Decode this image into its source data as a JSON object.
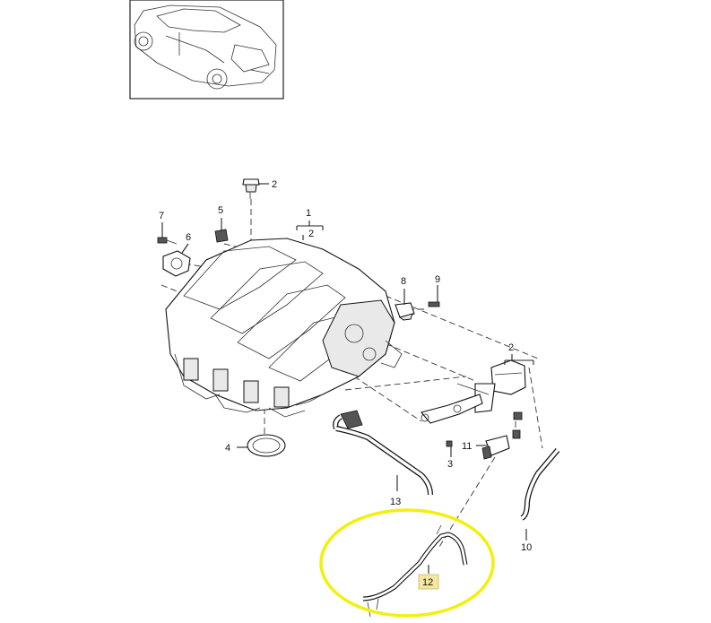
{
  "diagram": {
    "callouts": [
      {
        "id": "c1",
        "label": "1"
      },
      {
        "id": "c2a",
        "label": "2"
      },
      {
        "id": "c2b",
        "label": "2"
      },
      {
        "id": "c2c",
        "label": "2"
      },
      {
        "id": "c3",
        "label": "3"
      },
      {
        "id": "c4",
        "label": "4"
      },
      {
        "id": "c5",
        "label": "5"
      },
      {
        "id": "c6",
        "label": "6"
      },
      {
        "id": "c7",
        "label": "7"
      },
      {
        "id": "c8",
        "label": "8"
      },
      {
        "id": "c9",
        "label": "9"
      },
      {
        "id": "c10",
        "label": "10"
      },
      {
        "id": "c11",
        "label": "11"
      },
      {
        "id": "c12",
        "label": "12"
      },
      {
        "id": "c13",
        "label": "13"
      }
    ],
    "highlight": {
      "color": "#f3f00e",
      "label_bg": "#f5e79e"
    },
    "colors": {
      "line": "#222222",
      "background": "#ffffff"
    }
  }
}
